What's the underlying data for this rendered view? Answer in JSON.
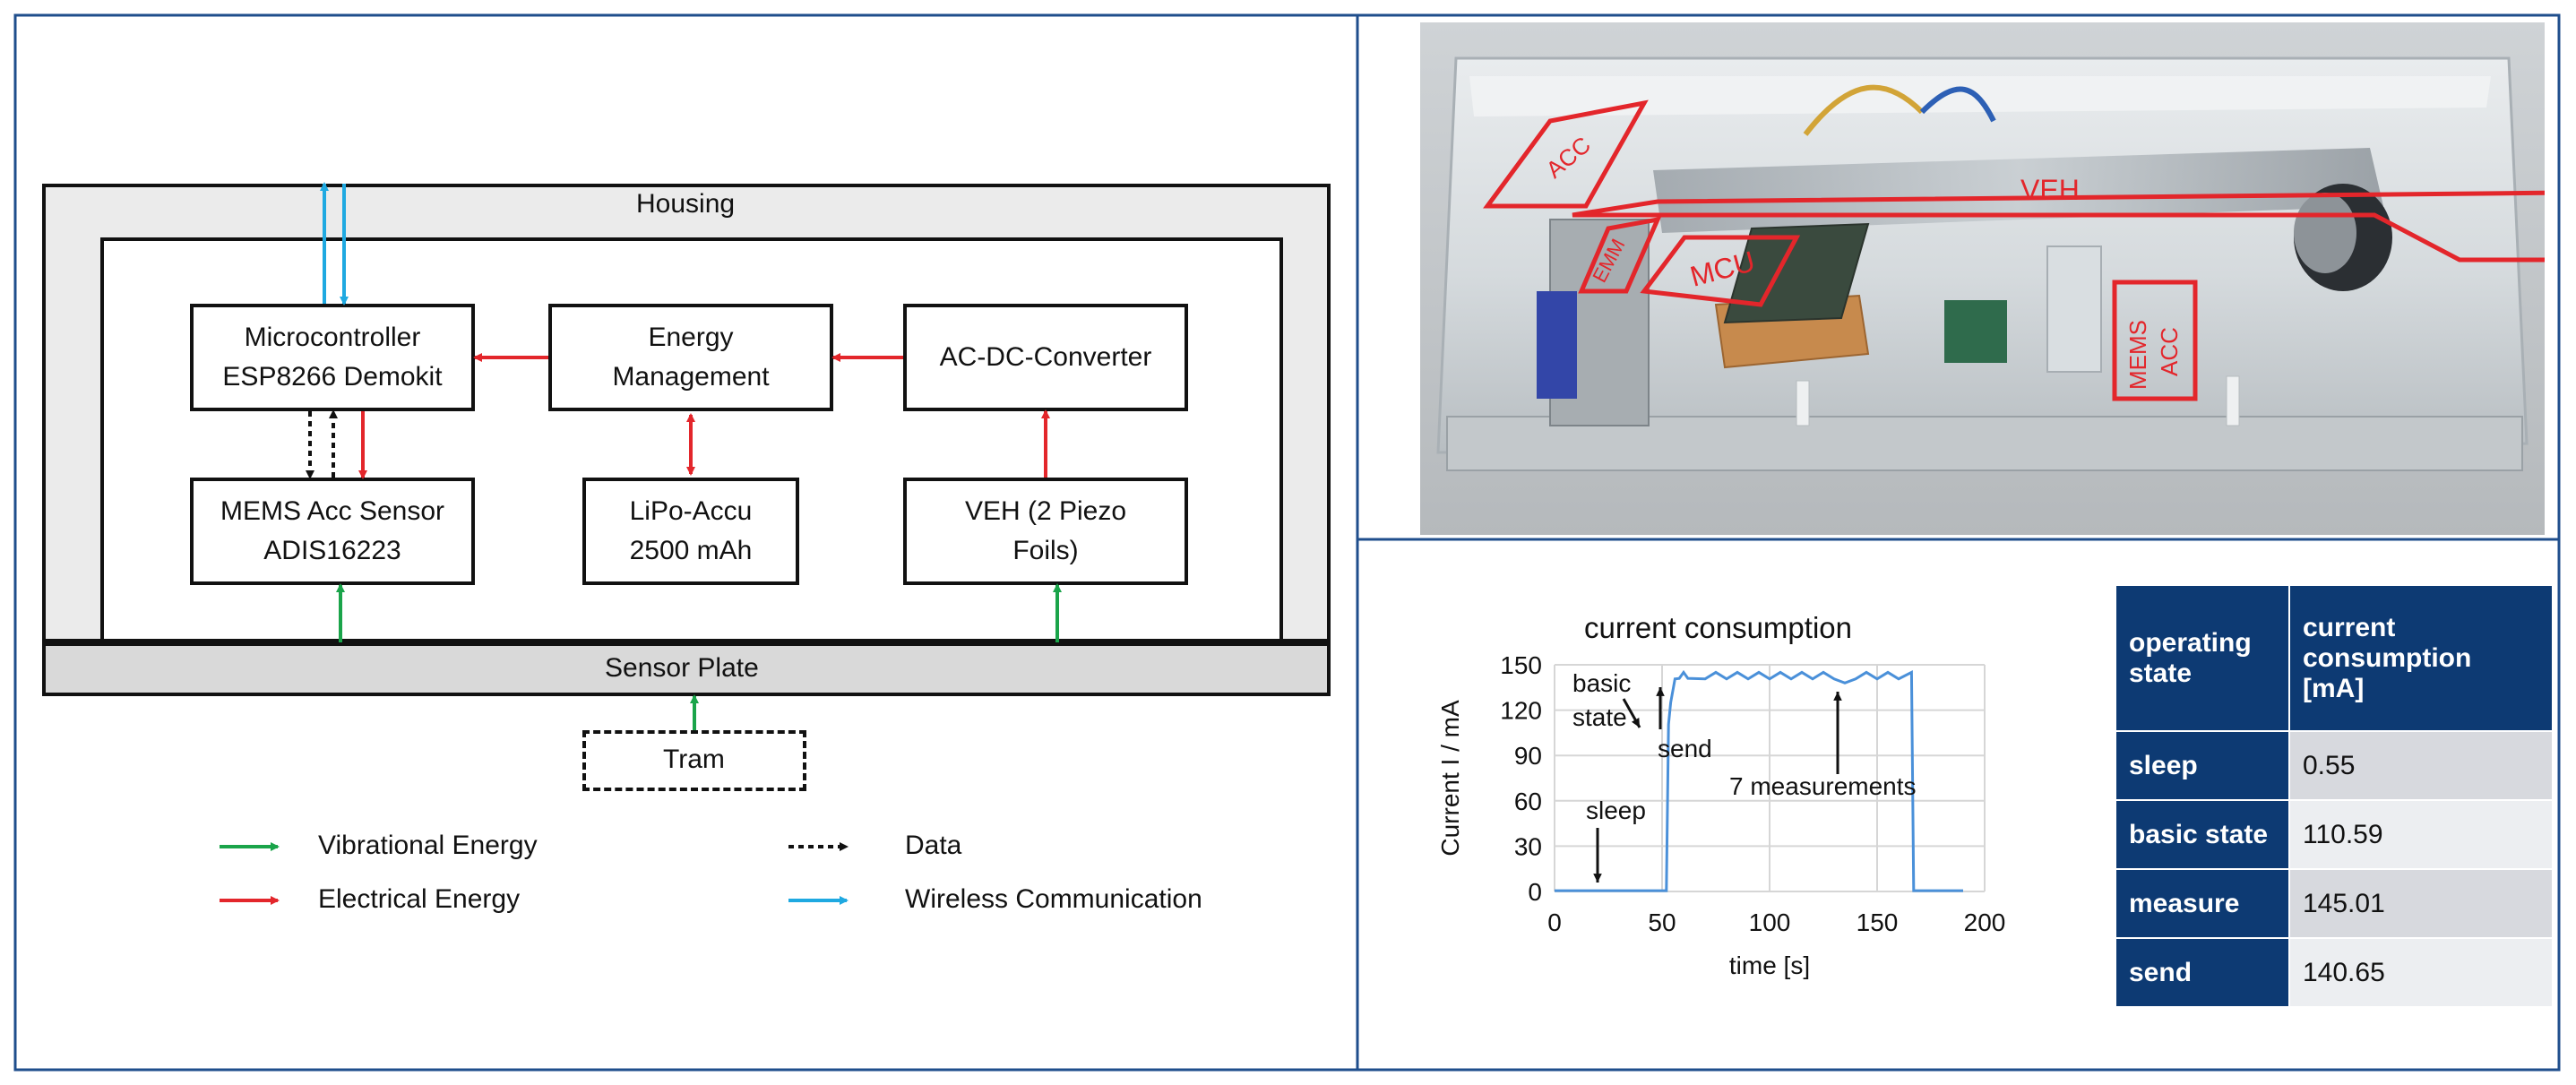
{
  "block_diagram": {
    "housing": "Housing",
    "sensor_plate": "Sensor Plate",
    "tram": "Tram",
    "blocks": {
      "microcontroller": [
        "Microcontroller",
        "ESP8266 Demokit"
      ],
      "energy_management": [
        "Energy",
        "Management"
      ],
      "ac_dc": "AC-DC-Converter",
      "mems": [
        "MEMS Acc Sensor",
        "ADIS16223"
      ],
      "lipo": [
        "LiPo-Accu",
        "2500 mAh"
      ],
      "veh": [
        "VEH (2 Piezo",
        "Foils)"
      ]
    },
    "legend": {
      "vibrational": "Vibrational Energy",
      "electrical": "Electrical Energy",
      "data": "Data",
      "wireless": "Wireless Communication"
    },
    "colors": {
      "vibrational": "#1aa44a",
      "electrical": "#e3262b",
      "data": "#111111",
      "wireless": "#1fa9e1",
      "housing_fill": "#ebebeb",
      "plate_fill": "#d9d9d9",
      "frame": "#1f4e8c"
    }
  },
  "photo": {
    "labels": {
      "veh": "VEH",
      "mcu": "MCU",
      "mems": [
        "MEMS",
        "ACC"
      ],
      "acc": "ACC",
      "emm": "EMM"
    },
    "highlight_color": "#e3262b"
  },
  "chart_data": {
    "type": "line",
    "title": "current consumption",
    "xlabel": "time [s]",
    "ylabel": "Current I / mA",
    "xlim": [
      0,
      200
    ],
    "ylim": [
      0,
      150
    ],
    "xticks": [
      0,
      50,
      100,
      150,
      200
    ],
    "yticks": [
      0,
      30,
      60,
      90,
      120,
      150
    ],
    "grid": true,
    "series_color": "#4a90d9",
    "x": [
      0,
      52,
      53,
      54,
      56,
      58,
      60,
      62,
      70,
      75,
      80,
      85,
      90,
      95,
      100,
      105,
      110,
      115,
      120,
      125,
      130,
      135,
      140,
      145,
      150,
      155,
      160,
      166,
      167,
      190
    ],
    "y": [
      0.55,
      0.55,
      110.59,
      125,
      140.65,
      141,
      145.01,
      141,
      140.65,
      145.01,
      140.65,
      145.01,
      140.65,
      145.01,
      140.65,
      145.01,
      140.65,
      145.01,
      140.65,
      145.01,
      140.65,
      138,
      140.65,
      145.01,
      140.65,
      145.01,
      140.65,
      145.01,
      0.55,
      0.55
    ],
    "annotations": [
      {
        "text": [
          "basic",
          "state"
        ],
        "x": 52,
        "y": 125
      },
      {
        "text": [
          "send"
        ],
        "x": 85,
        "y": 141
      },
      {
        "text": [
          "7 measurements"
        ],
        "x": 125,
        "y": 141
      },
      {
        "text": [
          "sleep"
        ],
        "x": 25,
        "y": 2
      }
    ]
  },
  "table": {
    "header": [
      [
        "operating",
        "state"
      ],
      [
        "current",
        "consumption",
        "[mA]"
      ]
    ],
    "rows": [
      {
        "state": "sleep",
        "value": "0.55"
      },
      {
        "state": "basic state",
        "value": "110.59"
      },
      {
        "state": "measure",
        "value": "145.01"
      },
      {
        "state": "send",
        "value": "140.65"
      }
    ]
  }
}
